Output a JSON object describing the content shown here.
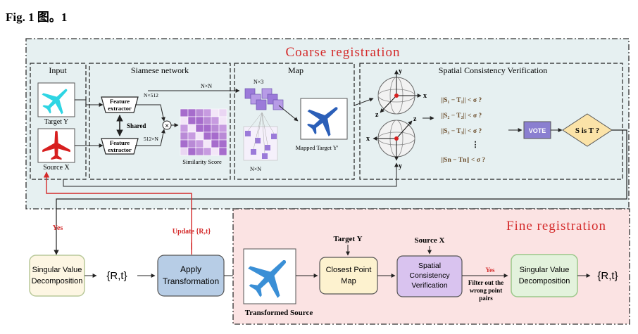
{
  "figure_caption": "Fig. 1 图。1",
  "coarse": {
    "title": "Coarse registration",
    "input_title": "Input",
    "target_label": "Target Y",
    "source_label": "Source X",
    "siamese_title": "Siamese network",
    "feature_extractor": "Feature extractor",
    "shared_label": "Shared",
    "dim_top": "N×512",
    "dim_bottom": "512×N",
    "nxn_top": "N×N",
    "similarity_label": "Similarity Score",
    "map_title": "Map",
    "map_n3": "N×3",
    "map_nxn": "N×N",
    "mapped_target": "Mapped Target  Y'",
    "svc_title": "Spatial Consistency Verification",
    "conditions": [
      "||S₁ − T₁|| < σ ?",
      "||S₂ − T₂|| < σ ?",
      "||S₃ − T₃|| < σ ?",
      "||Sn − Tn|| < σ ?"
    ],
    "vote": "VOTE",
    "decision": "S is T ?",
    "axis_x": "x",
    "axis_y": "y",
    "axis_z": "z"
  },
  "bottom": {
    "yes_label": "Yes",
    "update_label": "Update {R,t}",
    "svd_line1": "Singular Value",
    "svd_line2": "Decomposition",
    "rt": "{R,t}",
    "apply_line1": "Apply",
    "apply_line2": "Transformation"
  },
  "fine": {
    "title": "Fine registration",
    "transformed_source": "Transformed Source",
    "target_y": "Target Y",
    "closest_line1": "Closest Point",
    "closest_line2": "Map",
    "source_x": "Source X",
    "svc_line1": "Spatial",
    "svc_line2": "Consistency",
    "svc_line3": "Verification",
    "yes": "Yes",
    "filter_line1": "Filter out the",
    "filter_line2": "wrong point",
    "filter_line3": "pairs",
    "svd_line1": "Singular Value",
    "svd_line2": "Decomposition",
    "rt": "{R,t}"
  },
  "colors": {
    "coarse_bg": "#e6f0f1",
    "fine_bg": "#fbe3e3",
    "title_red": "#d42a2a",
    "svd_fill": "#fdf6e3",
    "apply_fill": "#b7cde6",
    "closest_fill": "#fdf2cf",
    "svc_fill": "#d9c3ef",
    "svd_fine_fill": "#e3f2dc",
    "decision_fill": "#fbe3a8",
    "vote_fill": "#8a7fd0",
    "airplane_cyan": "#2ed5e3",
    "airplane_red": "#d71f1f",
    "airplane_blue": "#2b5fb8",
    "transformed_blue": "#3a8fd6"
  }
}
